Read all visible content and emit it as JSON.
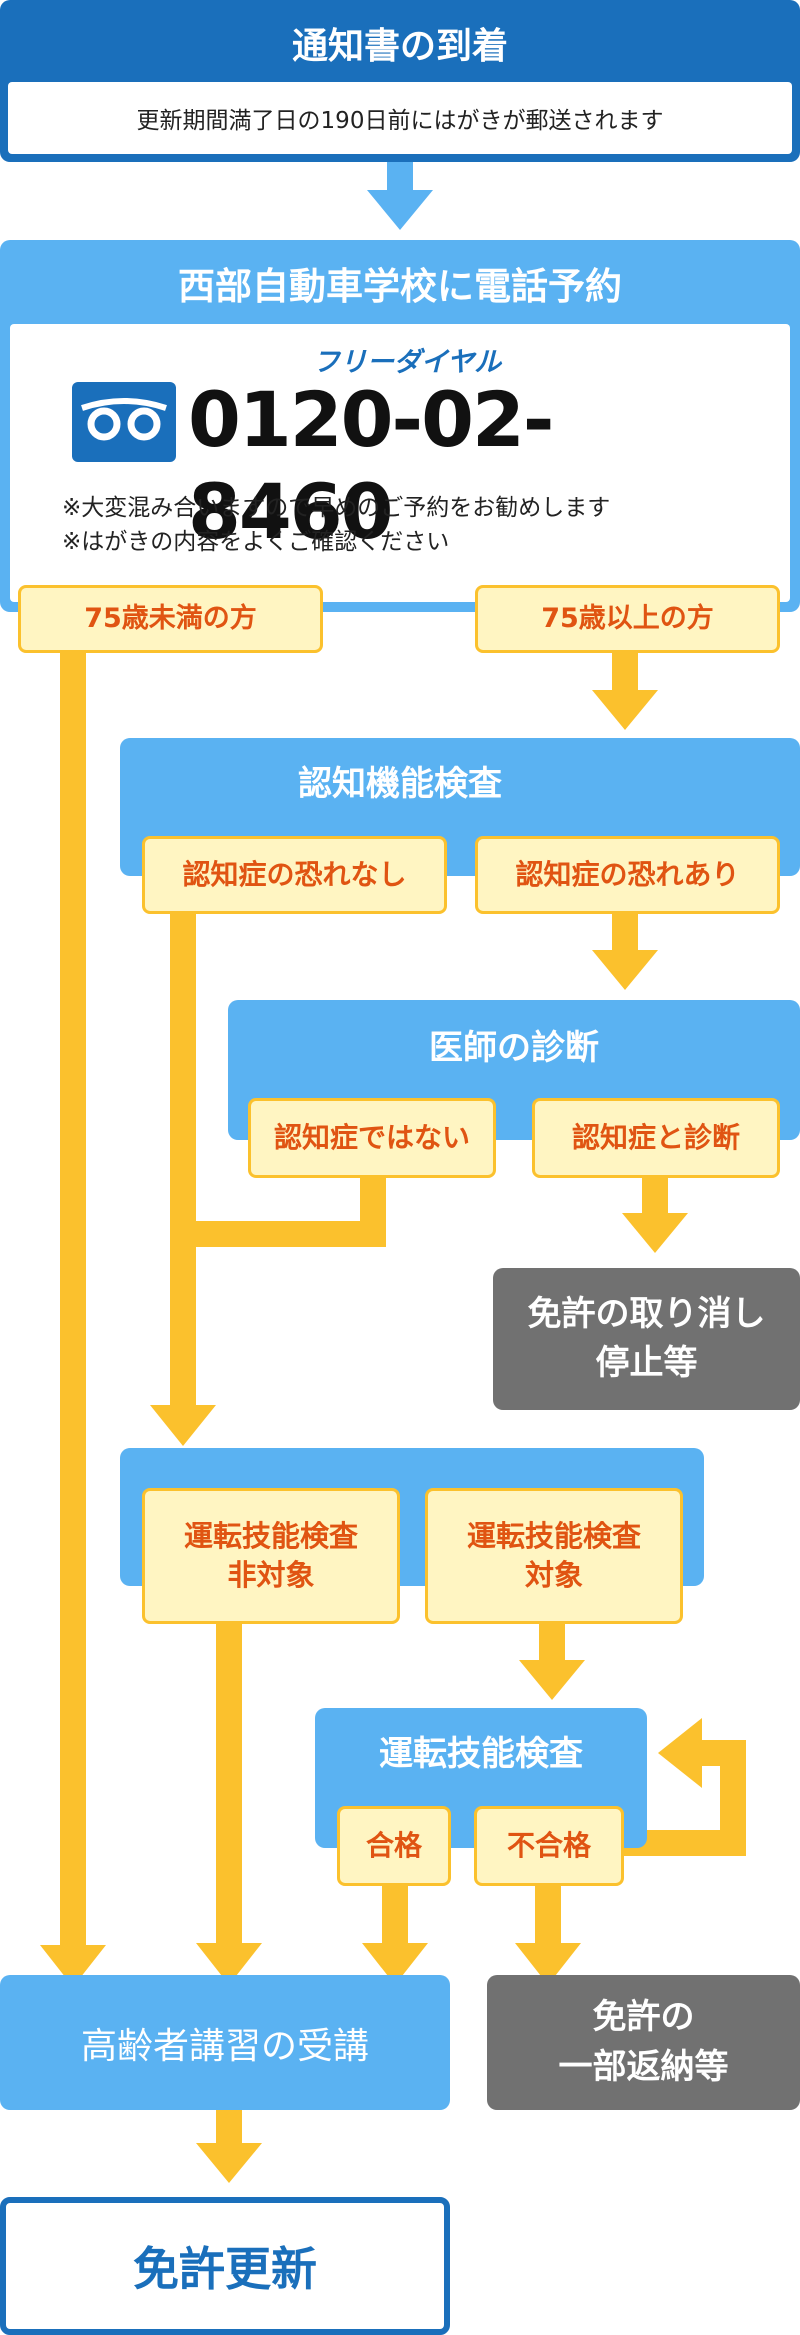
{
  "arrival": {
    "title": "通知書の到着",
    "note": "更新期間満了日の190日前にはがきが郵送されます"
  },
  "reservation": {
    "title": "西部自動車学校に電話予約",
    "freedial_label": "フリーダイヤル",
    "phone": "0120-02-8460",
    "notes": [
      "※大変混み合いますので早めのご予約をお勧めします",
      "※はがきの内容をよくご確認ください"
    ]
  },
  "age_split": {
    "under75": "75歳未満の方",
    "over75": "75歳以上の方"
  },
  "cognitive_test": {
    "title": "認知機能検査",
    "no_risk": "認知症の恐れなし",
    "risk": "認知症の恐れあり"
  },
  "doctor": {
    "title": "医師の診断",
    "not_dementia": "認知症ではない",
    "dementia": "認知症と診断"
  },
  "revocation": "免許の取り消し\n停止等",
  "driving_test_split": {
    "not_target": "運転技能検査\n非対象",
    "target": "運転技能検査\n対象"
  },
  "driving_test": {
    "title": "運転技能検査",
    "pass": "合格",
    "fail": "不合格"
  },
  "partial_return": "免許の\n一部返納等",
  "lecture": "高齢者講習の受講",
  "renewal": "免許更新",
  "colors": {
    "dark_blue": "#1a6fbb",
    "light_blue": "#5ab2f2",
    "arrow_yellow": "#fbc12d",
    "label_orange": "#e05412",
    "gray": "#717171"
  }
}
